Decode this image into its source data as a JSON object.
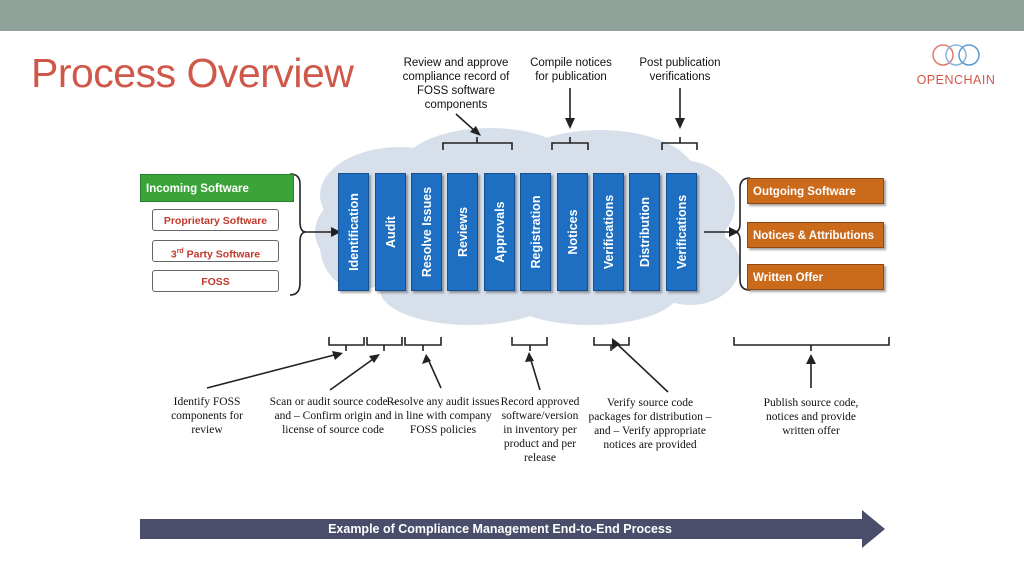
{
  "title": "Process Overview",
  "logo": {
    "text": "OPENCHAIN"
  },
  "top_notes": [
    "Review and approve compliance record of FOSS software components",
    "Compile notices for publication",
    "Post publication verifications"
  ],
  "incoming": {
    "label": "Incoming Software",
    "sources": [
      "Proprietary Software",
      "3",
      "rd",
      " Party Software",
      "FOSS"
    ]
  },
  "steps": [
    "Identification",
    "Audit",
    "Resolve Issues",
    "Reviews",
    "Approvals",
    "Registration",
    "Notices",
    "Verifications",
    "Distribution",
    "Verifications"
  ],
  "outgoing": [
    "Outgoing Software",
    "Notices & Attributions",
    "Written Offer"
  ],
  "bottom_notes": [
    "Identify FOSS components for review",
    "Scan or audit source code – and – Confirm origin and license of source code",
    "Resolve any audit issues in line with company FOSS policies",
    "Record approved software/version in inventory per product and per release",
    "Verify source code packages for distribution – and – Verify appropriate notices are provided",
    "Publish source code, notices and provide written offer"
  ],
  "footer": "Example of Compliance Management End-to-End Process",
  "colors": {
    "title": "#d0584a",
    "step": "#1e6fc2",
    "incoming": "#3aa339",
    "outgoing": "#cc6a1c",
    "arrow": "#4a4e6a",
    "topbar": "#8fa39a"
  }
}
